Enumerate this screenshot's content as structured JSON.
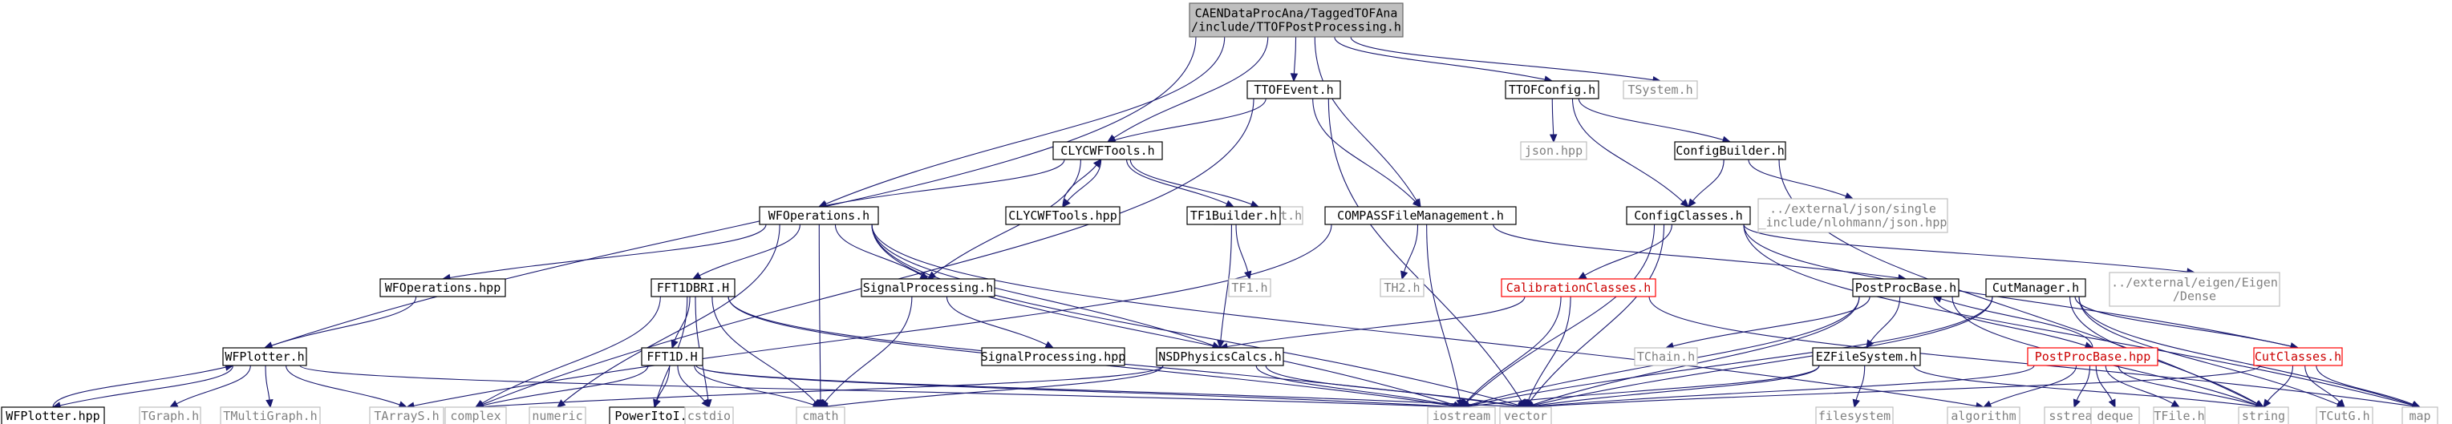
{
  "colors": {
    "edge": "#191970",
    "root_fill": "#bfbfbf",
    "file_border": "#000000",
    "missing_border": "#bfbfbf",
    "missing_text": "#808080",
    "incomplete_border": "#ff0000",
    "incomplete_text": "#cc0000"
  },
  "nodes": [
    {
      "id": "root",
      "label": "CAENDataProcAna/TaggedTOFAna\n/include/TTOFPostProcessing.h",
      "kind": "root"
    },
    {
      "id": "ttofevent",
      "label": "TTOFEvent.h",
      "kind": "file"
    },
    {
      "id": "ttofconfig",
      "label": "TTOFConfig.h",
      "kind": "file"
    },
    {
      "id": "tsystem",
      "label": "TSystem.h",
      "kind": "missing"
    },
    {
      "id": "clycwf",
      "label": "CLYCWFTools.h",
      "kind": "file"
    },
    {
      "id": "jsonhpp",
      "label": "json.hpp",
      "kind": "missing"
    },
    {
      "id": "configbuilder",
      "label": "ConfigBuilder.h",
      "kind": "file"
    },
    {
      "id": "tfitresult",
      "label": "TFitResult.h",
      "kind": "missing"
    },
    {
      "id": "clycwfhpp",
      "label": "CLYCWFTools.hpp",
      "kind": "file"
    },
    {
      "id": "tf1builder",
      "label": "TF1Builder.h",
      "kind": "file"
    },
    {
      "id": "compass",
      "label": "COMPASSFileManagement.h",
      "kind": "file"
    },
    {
      "id": "extjson",
      "label": "../external/json/single\n_include/nlohmann/json.hpp",
      "kind": "missing"
    },
    {
      "id": "wfops",
      "label": "WFOperations.h",
      "kind": "file"
    },
    {
      "id": "configclasses",
      "label": "ConfigClasses.h",
      "kind": "file"
    },
    {
      "id": "tf1",
      "label": "TF1.h",
      "kind": "missing"
    },
    {
      "id": "th2",
      "label": "TH2.h",
      "kind": "missing"
    },
    {
      "id": "wfopshpp",
      "label": "WFOperations.hpp",
      "kind": "file"
    },
    {
      "id": "fft1dbri",
      "label": "FFT1DBRI.H",
      "kind": "file"
    },
    {
      "id": "sigproc",
      "label": "SignalProcessing.h",
      "kind": "file"
    },
    {
      "id": "calib",
      "label": "CalibrationClasses.h",
      "kind": "incomplete"
    },
    {
      "id": "postprocbase",
      "label": "PostProcBase.h",
      "kind": "file"
    },
    {
      "id": "cutmanager",
      "label": "CutManager.h",
      "kind": "file"
    },
    {
      "id": "eigen",
      "label": "../external/eigen/Eigen\n/Dense",
      "kind": "missing"
    },
    {
      "id": "wfplotter",
      "label": "WFPlotter.h",
      "kind": "file"
    },
    {
      "id": "fft1d",
      "label": "FFT1D.H",
      "kind": "file"
    },
    {
      "id": "sigprochpp",
      "label": "SignalProcessing.hpp",
      "kind": "file"
    },
    {
      "id": "nsdphys",
      "label": "NSDPhysicsCalcs.h",
      "kind": "file"
    },
    {
      "id": "tchain",
      "label": "TChain.h",
      "kind": "missing"
    },
    {
      "id": "ezfs",
      "label": "EZFileSystem.h",
      "kind": "file"
    },
    {
      "id": "postprochpp",
      "label": "PostProcBase.hpp",
      "kind": "incomplete"
    },
    {
      "id": "cutclasses",
      "label": "CutClasses.h",
      "kind": "incomplete"
    },
    {
      "id": "wfplotterhpp",
      "label": "WFPlotter.hpp",
      "kind": "file"
    },
    {
      "id": "tgraph",
      "label": "TGraph.h",
      "kind": "missing"
    },
    {
      "id": "tmultigraph",
      "label": "TMultiGraph.h",
      "kind": "missing"
    },
    {
      "id": "tarrays",
      "label": "TArrayS.h",
      "kind": "missing"
    },
    {
      "id": "complex",
      "label": "complex",
      "kind": "missing"
    },
    {
      "id": "numeric",
      "label": "numeric",
      "kind": "missing"
    },
    {
      "id": "poweritoi",
      "label": "PowerItoI.H",
      "kind": "file"
    },
    {
      "id": "cstdio",
      "label": "cstdio",
      "kind": "missing"
    },
    {
      "id": "cmath",
      "label": "cmath",
      "kind": "missing"
    },
    {
      "id": "iostream",
      "label": "iostream",
      "kind": "missing"
    },
    {
      "id": "vector",
      "label": "vector",
      "kind": "missing"
    },
    {
      "id": "filesystem",
      "label": "filesystem",
      "kind": "missing"
    },
    {
      "id": "algorithm",
      "label": "algorithm",
      "kind": "missing"
    },
    {
      "id": "sstream",
      "label": "sstream",
      "kind": "missing"
    },
    {
      "id": "deque",
      "label": "deque",
      "kind": "missing"
    },
    {
      "id": "tfile",
      "label": "TFile.h",
      "kind": "missing"
    },
    {
      "id": "string",
      "label": "string",
      "kind": "missing"
    },
    {
      "id": "tcutg",
      "label": "TCutG.h",
      "kind": "missing"
    },
    {
      "id": "map",
      "label": "map",
      "kind": "missing"
    }
  ],
  "edges": [
    [
      "root",
      "ttofevent"
    ],
    [
      "root",
      "ttofconfig"
    ],
    [
      "root",
      "tsystem"
    ],
    [
      "root",
      "clycwf"
    ],
    [
      "root",
      "wfops"
    ],
    [
      "root",
      "compass"
    ],
    [
      "root",
      "wfplotter"
    ],
    [
      "ttofevent",
      "clycwf"
    ],
    [
      "ttofevent",
      "compass"
    ],
    [
      "ttofevent",
      "complex"
    ],
    [
      "ttofevent",
      "vector"
    ],
    [
      "ttofconfig",
      "jsonhpp"
    ],
    [
      "ttofconfig",
      "configbuilder"
    ],
    [
      "ttofconfig",
      "configclasses"
    ],
    [
      "configbuilder",
      "extjson"
    ],
    [
      "configbuilder",
      "configclasses"
    ],
    [
      "configbuilder",
      "string"
    ],
    [
      "clycwf",
      "wfops"
    ],
    [
      "clycwf",
      "tfitresult"
    ],
    [
      "clycwf",
      "clycwfhpp"
    ],
    [
      "clycwf",
      "tf1builder"
    ],
    [
      "clycwf",
      "sigproc"
    ],
    [
      "clycwfhpp",
      "clycwf"
    ],
    [
      "tf1builder",
      "tf1"
    ],
    [
      "tf1builder",
      "nsdphys"
    ],
    [
      "compass",
      "th2"
    ],
    [
      "compass",
      "iostream"
    ],
    [
      "compass",
      "postprocbase"
    ],
    [
      "compass",
      "tarrays"
    ],
    [
      "wfops",
      "wfopshpp"
    ],
    [
      "wfops",
      "fft1dbri"
    ],
    [
      "wfops",
      "sigproc"
    ],
    [
      "wfops",
      "nsdphys"
    ],
    [
      "wfops",
      "cmath"
    ],
    [
      "wfops",
      "numeric"
    ],
    [
      "wfops",
      "iostream"
    ],
    [
      "wfops",
      "vector"
    ],
    [
      "wfops",
      "algorithm"
    ],
    [
      "wfopshpp",
      "wfplotter"
    ],
    [
      "configclasses",
      "calib"
    ],
    [
      "configclasses",
      "iostream"
    ],
    [
      "configclasses",
      "vector"
    ],
    [
      "configclasses",
      "cutclasses"
    ],
    [
      "configclasses",
      "eigen"
    ],
    [
      "configclasses",
      "map"
    ],
    [
      "calib",
      "nsdphys"
    ],
    [
      "calib",
      "iostream"
    ],
    [
      "calib",
      "vector"
    ],
    [
      "calib",
      "map"
    ],
    [
      "postprocbase",
      "tchain"
    ],
    [
      "postprocbase",
      "ezfs"
    ],
    [
      "postprocbase",
      "postprochpp"
    ],
    [
      "postprocbase",
      "iostream"
    ],
    [
      "postprocbase",
      "vector"
    ],
    [
      "postprocbase",
      "string"
    ],
    [
      "postprochpp",
      "postprocbase"
    ],
    [
      "postprochpp",
      "algorithm"
    ],
    [
      "postprochpp",
      "sstream"
    ],
    [
      "postprochpp",
      "deque"
    ],
    [
      "postprochpp",
      "tfile"
    ],
    [
      "postprochpp",
      "vector"
    ],
    [
      "postprochpp",
      "string"
    ],
    [
      "cutmanager",
      "cutclasses"
    ],
    [
      "cutmanager",
      "iostream"
    ],
    [
      "cutmanager",
      "vector"
    ],
    [
      "cutmanager",
      "string"
    ],
    [
      "cutmanager",
      "map"
    ],
    [
      "cutmanager",
      "tcutg"
    ],
    [
      "cutclasses",
      "tcutg"
    ],
    [
      "cutclasses",
      "string"
    ],
    [
      "cutclasses",
      "map"
    ],
    [
      "cutclasses",
      "vector"
    ],
    [
      "ezfs",
      "filesystem"
    ],
    [
      "ezfs",
      "iostream"
    ],
    [
      "ezfs",
      "vector"
    ],
    [
      "ezfs",
      "string"
    ],
    [
      "wfplotter",
      "wfplotterhpp"
    ],
    [
      "wfplotter",
      "tgraph"
    ],
    [
      "wfplotter",
      "tmultigraph"
    ],
    [
      "wfplotter",
      "tarrays"
    ],
    [
      "wfplotter",
      "iostream"
    ],
    [
      "wfplotterhpp",
      "wfplotter"
    ],
    [
      "fft1dbri",
      "fft1d"
    ],
    [
      "fft1dbri",
      "complex"
    ],
    [
      "fft1dbri",
      "poweritoi"
    ],
    [
      "fft1dbri",
      "cstdio"
    ],
    [
      "fft1dbri",
      "cmath"
    ],
    [
      "fft1dbri",
      "iostream"
    ],
    [
      "fft1dbri",
      "vector"
    ],
    [
      "fft1d",
      "complex"
    ],
    [
      "fft1d",
      "poweritoi"
    ],
    [
      "fft1d",
      "cstdio"
    ],
    [
      "fft1d",
      "cmath"
    ],
    [
      "fft1d",
      "iostream"
    ],
    [
      "fft1d",
      "vector"
    ],
    [
      "sigproc",
      "sigprochpp"
    ],
    [
      "sigproc",
      "cmath"
    ],
    [
      "nsdphys",
      "cmath"
    ],
    [
      "nsdphys",
      "iostream"
    ],
    [
      "nsdphys",
      "vector"
    ],
    [
      "nsdphys",
      "complex"
    ]
  ]
}
